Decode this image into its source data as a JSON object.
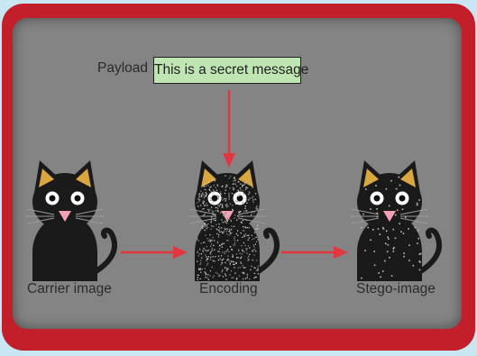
{
  "payload_label": "Payload",
  "secret_message": "This is a secret message",
  "stages": [
    {
      "label": "Carrier image",
      "icon": "black-cat-icon"
    },
    {
      "label": "Encoding",
      "icon": "speckled-cat-icon"
    },
    {
      "label": "Stego-image",
      "icon": "dotted-cat-icon"
    }
  ],
  "colors": {
    "frame": "#c21f2a",
    "panel": "#848484",
    "arrow": "#e2373f",
    "message_box": "#bfe6b2",
    "cat_body": "#1a1a1a",
    "ear_inner": "#d9a640",
    "nose": "#f3a0b2"
  }
}
